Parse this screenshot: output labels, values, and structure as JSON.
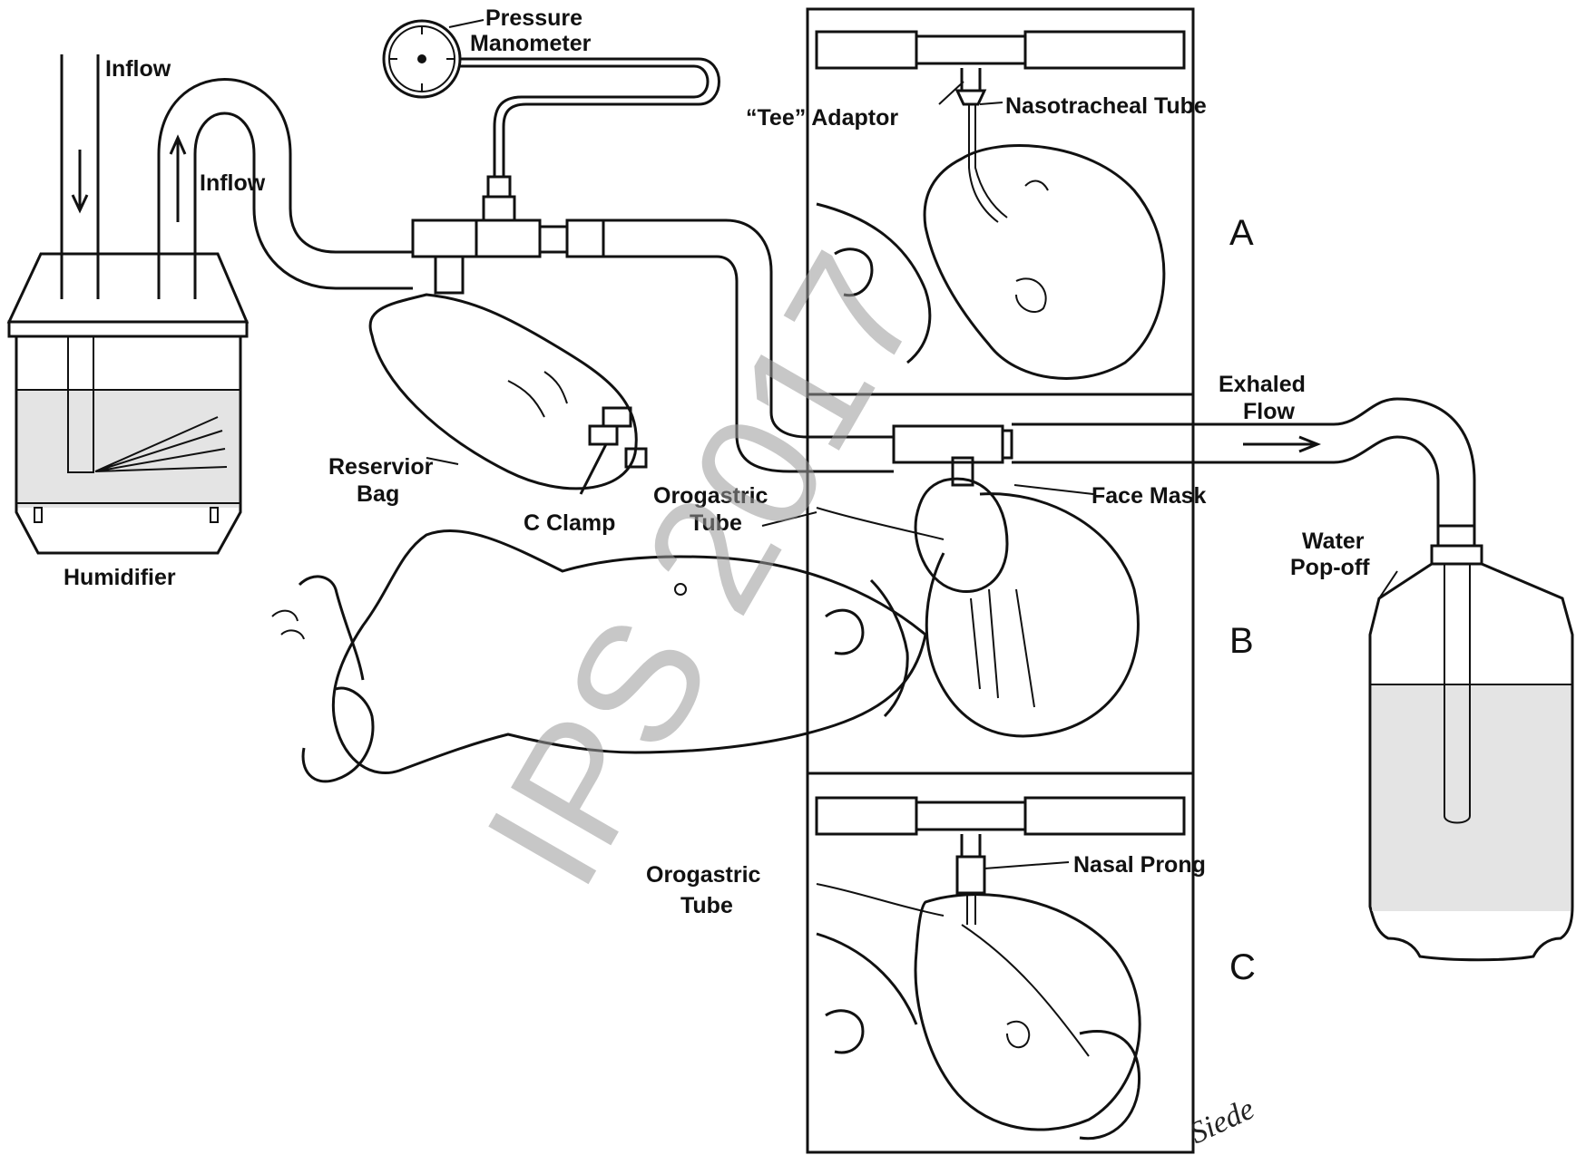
{
  "labels": {
    "inflow_top": "Inflow",
    "inflow_side": "Inflow",
    "humidifier": "Humidifier",
    "pressure_manometer_1": "Pressure",
    "pressure_manometer_2": "Manometer",
    "tee_adaptor": "“Tee” Adaptor",
    "nasotracheal_tube": "Nasotracheal Tube",
    "reservoir_bag_1": "Reservior",
    "reservoir_bag_2": "Bag",
    "c_clamp": "C Clamp",
    "orogastric_tube_b_1": "Orogastric",
    "orogastric_tube_b_2": "Tube",
    "face_mask": "Face Mask",
    "exhaled_flow_1": "Exhaled",
    "exhaled_flow_2": "Flow",
    "water_popoff_1": "Water",
    "water_popoff_2": "Pop-off",
    "orogastric_tube_c_1": "Orogastric",
    "orogastric_tube_c_2": "Tube",
    "nasal_prong": "Nasal Prong",
    "panel_a": "A",
    "panel_b": "B",
    "panel_c": "C"
  },
  "watermark": "IPS 2017",
  "signature": "Siede"
}
